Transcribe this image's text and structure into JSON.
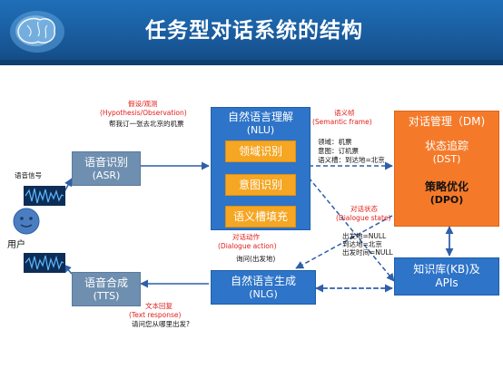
{
  "title": "任务型对话系统的结构",
  "nodes": {
    "asr": {
      "line1": "语音识别",
      "line2": "(ASR)"
    },
    "tts": {
      "line1": "语音合成",
      "line2": "(TTS)"
    },
    "nlu": {
      "title": "自然语言理解",
      "abbr": "(NLU)",
      "sub": [
        "领域识别",
        "意图识别",
        "语义槽填充"
      ]
    },
    "nlg": {
      "title": "自然语言生成",
      "abbr": "(NLG)"
    },
    "dm": {
      "title": "对话管理（DM)",
      "dst_line1": "状态追踪",
      "dst_line2": "(DST)",
      "dpo_line1": "策略优化",
      "dpo_line2": "(DPO)"
    },
    "kb": {
      "line1": "知识库(KB)及",
      "line2": "APIs"
    }
  },
  "labels": {
    "speech_signal": "语音信号",
    "user": "用户",
    "hypothesis_cn": "假设/观测",
    "hypothesis_en": "(Hypothesis/Observation)",
    "hypothesis_example": "帮我订一张去北京的机票",
    "semantic_frame_cn": "语义帧",
    "semantic_frame_en": "(Semantic frame)",
    "frame_domain": "领域：机票",
    "frame_intent": "意图：订机票",
    "frame_slot": "语义槽：到达地=北京",
    "dialogue_state_cn": "对话状态",
    "dialogue_state_en": "(Dialogue state)",
    "state_1": "出发地=NULL",
    "state_2": "到达地=北京",
    "state_3": "出发时间=NULL",
    "dialogue_action_cn": "对话动作",
    "dialogue_action_en": "(Dialogue action)",
    "action_example": "询问(出发地)",
    "text_response_cn": "文本回复",
    "text_response_en": "(Text response)",
    "response_example": "请问您从哪里出发?"
  },
  "colors": {
    "banner": "#1a5c9e",
    "slate_box": "#6f8fb0",
    "blue_box": "#2e74c8",
    "orange_box": "#f47a2a",
    "sub_box": "#f5a623",
    "red_text": "#e0201b",
    "arrow": "#2e5fa8"
  }
}
